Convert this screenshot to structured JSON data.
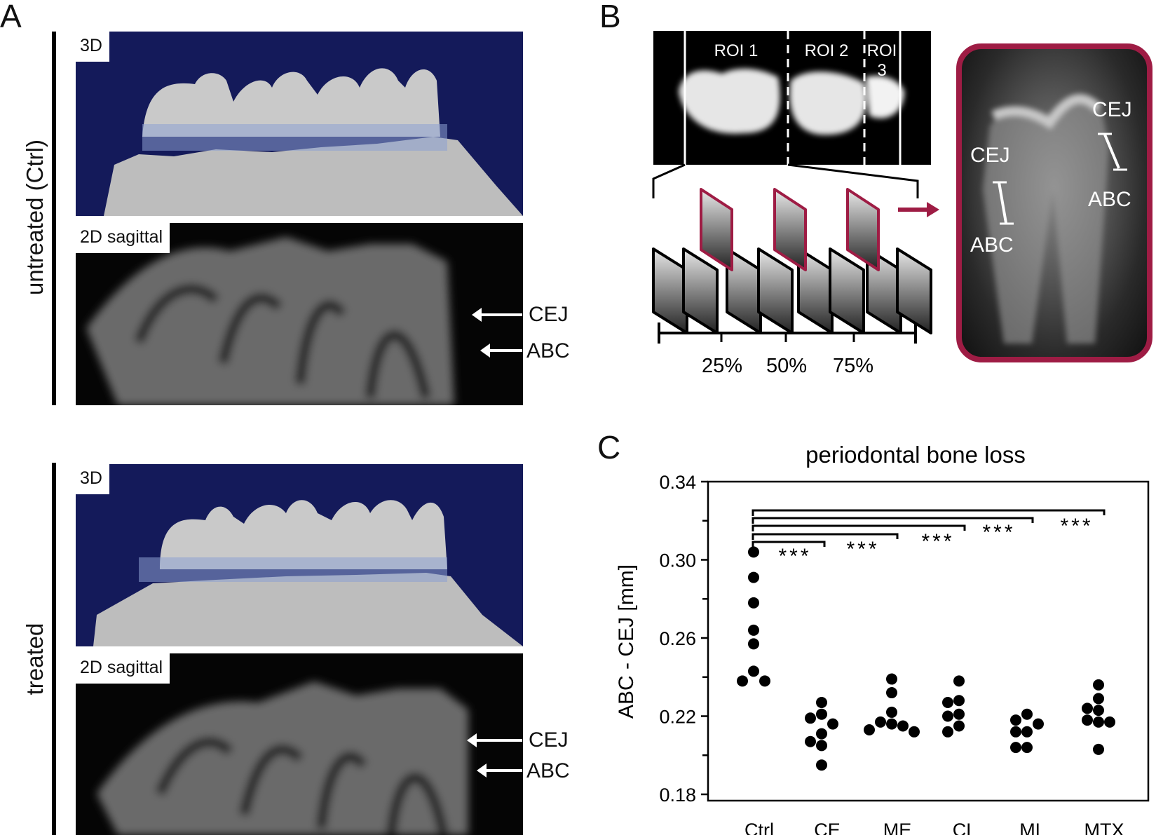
{
  "panel_labels": {
    "a": "A",
    "b": "B",
    "c": "C"
  },
  "panel_a": {
    "groups": [
      {
        "label": "untreated (Ctrl)",
        "view_3d": "3D",
        "view_2d": "2D sagittal",
        "cej": "CEJ",
        "abc": "ABC"
      },
      {
        "label": "treated",
        "view_3d": "3D",
        "view_2d": "2D sagittal",
        "cej": "CEJ",
        "abc": "ABC"
      }
    ],
    "colors": {
      "background_3d": "#141a5a",
      "band": "#8ca0d2"
    }
  },
  "panel_b": {
    "roi_labels": [
      "ROI 1",
      "ROI 2",
      "ROI",
      "3"
    ],
    "scale_labels": [
      "25%",
      "50%",
      "75%"
    ],
    "zoom_labels": {
      "cej_left": "CEJ",
      "abc_left": "ABC",
      "cej_right": "CEJ",
      "abc_right": "ABC"
    },
    "accent_color": "#9e1c44"
  },
  "chart_data": {
    "type": "scatter",
    "title": "periodontal bone loss",
    "xlabel": "",
    "ylabel": "ABC - CEJ [mm]",
    "categories": [
      "Ctrl",
      "CE",
      "ME",
      "CL",
      "ML",
      "MTX"
    ],
    "series": [
      {
        "category": "Ctrl",
        "values": [
          0.304,
          0.291,
          0.278,
          0.264,
          0.257,
          0.243,
          0.238,
          0.238
        ]
      },
      {
        "category": "CE",
        "values": [
          0.227,
          0.221,
          0.219,
          0.216,
          0.211,
          0.207,
          0.205,
          0.195
        ]
      },
      {
        "category": "ME",
        "values": [
          0.239,
          0.232,
          0.222,
          0.217,
          0.216,
          0.215,
          0.213,
          0.212
        ]
      },
      {
        "category": "CL",
        "values": [
          0.238,
          0.228,
          0.227,
          0.221,
          0.22,
          0.215,
          0.212
        ]
      },
      {
        "category": "ML",
        "values": [
          0.221,
          0.218,
          0.216,
          0.212,
          0.212,
          0.204,
          0.204
        ]
      },
      {
        "category": "MTX",
        "values": [
          0.236,
          0.229,
          0.224,
          0.223,
          0.218,
          0.217,
          0.217,
          0.203
        ]
      }
    ],
    "ylim": [
      0.18,
      0.34
    ],
    "yticks": [
      "0.34",
      "0.30",
      "0.26",
      "0.22",
      "0.18"
    ],
    "minor_ticks": [
      0.32,
      0.28,
      0.24,
      0.2
    ],
    "grid": false,
    "comparisons": [
      {
        "from": "Ctrl",
        "to": "CE",
        "label": "***"
      },
      {
        "from": "Ctrl",
        "to": "ME",
        "label": "***"
      },
      {
        "from": "Ctrl",
        "to": "CL",
        "label": "***"
      },
      {
        "from": "Ctrl",
        "to": "ML",
        "label": "***"
      },
      {
        "from": "Ctrl",
        "to": "MTX",
        "label": "***"
      }
    ]
  }
}
